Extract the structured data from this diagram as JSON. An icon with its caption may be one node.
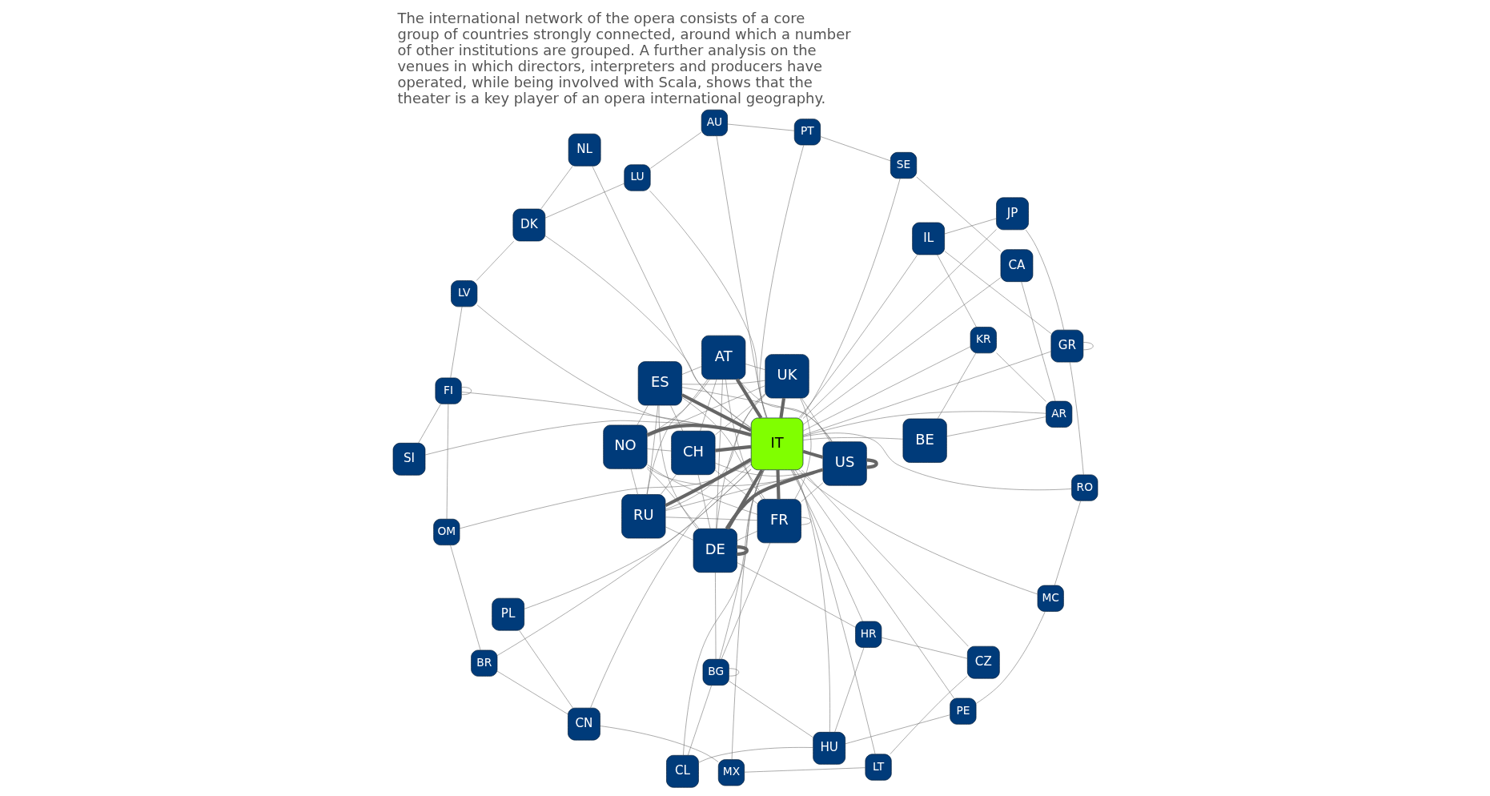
{
  "diagram": {
    "caption": "The international network of the opera consists of a core group of countries strongly connected, around which a number of other institutions are grouped. A further analysis on the venues in which directors, interpreters and producers have operated, while being involved with Scala, shows that the theater is a key player of an opera international geography.",
    "nodes": [
      {
        "text": [
          "BG"
        ]
      },
      {
        "text": [
          "HR"
        ]
      },
      {
        "text": [
          "HU"
        ]
      },
      {
        "text": [
          "PE"
        ]
      },
      {
        "text": [
          "CZ"
        ]
      },
      {
        "text": [
          "CL"
        ]
      },
      {
        "text": [
          "MC"
        ]
      },
      {
        "text": [
          "RO"
        ]
      },
      {
        "text": [
          "LT"
        ]
      },
      {
        "text": [
          "DE"
        ]
      },
      {
        "text": [
          "RU"
        ]
      },
      {
        "text": [
          "NO"
        ]
      },
      {
        "text": [
          "US"
        ]
      },
      {
        "text": [
          "GR"
        ]
      },
      {
        "text": [
          "JP"
        ]
      },
      {
        "text": [
          "MX"
        ]
      },
      {
        "text": [
          "FR"
        ]
      },
      {
        "text": [
          "IT"
        ]
      },
      {
        "text": [
          "ES"
        ]
      },
      {
        "text": [
          "PL"
        ]
      },
      {
        "text": [
          "CH"
        ]
      },
      {
        "text": [
          "IL"
        ]
      },
      {
        "text": [
          "CN"
        ]
      },
      {
        "text": [
          "AT"
        ]
      },
      {
        "text": [
          "BE"
        ]
      },
      {
        "text": [
          "BR"
        ]
      },
      {
        "text": [
          "UK"
        ]
      },
      {
        "text": [
          "KR"
        ]
      },
      {
        "text": [
          "SI"
        ]
      },
      {
        "text": [
          "AR"
        ]
      },
      {
        "text": [
          "CA"
        ]
      },
      {
        "text": [
          "NL"
        ]
      },
      {
        "text": [
          "OM"
        ]
      },
      {
        "text": [
          "FI"
        ]
      },
      {
        "text": [
          "DK"
        ]
      },
      {
        "text": [
          "SE"
        ]
      },
      {
        "text": [
          "PT"
        ]
      },
      {
        "text": [
          "AU"
        ]
      },
      {
        "text": [
          "LU"
        ]
      },
      {
        "text": [
          "LV"
        ]
      }
    ],
    "edges": [
      {
        "from": 17,
        "to": 0,
        "arrow": "none"
      },
      {
        "from": 17,
        "to": 1,
        "arrow": "none"
      },
      {
        "from": 17,
        "to": 2,
        "arrow": "none"
      },
      {
        "from": 17,
        "to": 3,
        "arrow": "none"
      },
      {
        "from": 17,
        "to": 4,
        "arrow": "none"
      },
      {
        "from": 17,
        "to": 5,
        "arrow": "none"
      },
      {
        "from": 17,
        "to": 6,
        "arrow": "none"
      },
      {
        "from": 17,
        "to": 7,
        "arrow": "none"
      },
      {
        "from": 17,
        "to": 8,
        "arrow": "none"
      },
      {
        "from": 17,
        "to": 9,
        "arrow": "none",
        "style": "thick"
      },
      {
        "from": 17,
        "to": 10,
        "arrow": "none",
        "style": "thick"
      },
      {
        "from": 17,
        "to": 11,
        "arrow": "none",
        "style": "thick"
      },
      {
        "from": 17,
        "to": 12,
        "arrow": "none",
        "style": "thick"
      },
      {
        "from": 17,
        "to": 13,
        "arrow": "none"
      },
      {
        "from": 17,
        "to": 14,
        "arrow": "none"
      },
      {
        "from": 17,
        "to": 15,
        "arrow": "none"
      },
      {
        "from": 17,
        "to": 16,
        "arrow": "none",
        "style": "thick"
      },
      {
        "from": 17,
        "to": 18,
        "arrow": "none",
        "style": "thick"
      },
      {
        "from": 17,
        "to": 19,
        "arrow": "none"
      },
      {
        "from": 17,
        "to": 20,
        "arrow": "none",
        "style": "thick"
      },
      {
        "from": 17,
        "to": 21,
        "arrow": "none"
      },
      {
        "from": 17,
        "to": 22,
        "arrow": "none"
      },
      {
        "from": 17,
        "to": 23,
        "arrow": "none",
        "style": "thick"
      },
      {
        "from": 17,
        "to": 24,
        "arrow": "none"
      },
      {
        "from": 17,
        "to": 25,
        "arrow": "none"
      },
      {
        "from": 17,
        "to": 26,
        "arrow": "none",
        "style": "thick"
      },
      {
        "from": 17,
        "to": 27,
        "arrow": "none"
      },
      {
        "from": 17,
        "to": 28,
        "arrow": "none"
      },
      {
        "from": 17,
        "to": 29,
        "arrow": "none"
      },
      {
        "from": 17,
        "to": 30,
        "arrow": "none"
      },
      {
        "from": 17,
        "to": 31,
        "arrow": "none"
      },
      {
        "from": 17,
        "to": 32,
        "arrow": "none"
      },
      {
        "from": 17,
        "to": 33,
        "arrow": "none"
      },
      {
        "from": 17,
        "to": 34,
        "arrow": "none"
      },
      {
        "from": 17,
        "to": 35,
        "arrow": "none"
      },
      {
        "from": 17,
        "to": 36,
        "arrow": "none"
      },
      {
        "from": 17,
        "to": 37,
        "arrow": "none"
      },
      {
        "from": 17,
        "to": 38,
        "arrow": "none"
      },
      {
        "from": 17,
        "to": 39,
        "arrow": "none"
      },
      {
        "from": 9,
        "to": 10,
        "arrow": "none"
      },
      {
        "from": 9,
        "to": 11,
        "arrow": "none"
      },
      {
        "from": 9,
        "to": 12,
        "arrow": "none",
        "style": "thick"
      },
      {
        "from": 9,
        "to": 16,
        "arrow": "none"
      },
      {
        "from": 9,
        "to": 18,
        "arrow": "none"
      },
      {
        "from": 9,
        "to": 20,
        "arrow": "none"
      },
      {
        "from": 9,
        "to": 23,
        "arrow": "none"
      },
      {
        "from": 9,
        "to": 26,
        "arrow": "none"
      },
      {
        "from": 10,
        "to": 11,
        "arrow": "none"
      },
      {
        "from": 10,
        "to": 12,
        "arrow": "none"
      },
      {
        "from": 10,
        "to": 16,
        "arrow": "none"
      },
      {
        "from": 10,
        "to": 18,
        "arrow": "none"
      },
      {
        "from": 10,
        "to": 20,
        "arrow": "none"
      },
      {
        "from": 10,
        "to": 23,
        "arrow": "none"
      },
      {
        "from": 10,
        "to": 26,
        "arrow": "none"
      },
      {
        "from": 11,
        "to": 12,
        "arrow": "none"
      },
      {
        "from": 11,
        "to": 16,
        "arrow": "none"
      },
      {
        "from": 11,
        "to": 18,
        "arrow": "none"
      },
      {
        "from": 11,
        "to": 20,
        "arrow": "none"
      },
      {
        "from": 11,
        "to": 23,
        "arrow": "none"
      },
      {
        "from": 11,
        "to": 26,
        "arrow": "none"
      },
      {
        "from": 12,
        "to": 16,
        "arrow": "none"
      },
      {
        "from": 12,
        "to": 18,
        "arrow": "none"
      },
      {
        "from": 12,
        "to": 20,
        "arrow": "none"
      },
      {
        "from": 12,
        "to": 23,
        "arrow": "none"
      },
      {
        "from": 12,
        "to": 26,
        "arrow": "none"
      },
      {
        "from": 16,
        "to": 18,
        "arrow": "none"
      },
      {
        "from": 16,
        "to": 20,
        "arrow": "none"
      },
      {
        "from": 16,
        "to": 23,
        "arrow": "none"
      },
      {
        "from": 16,
        "to": 26,
        "arrow": "none"
      },
      {
        "from": 18,
        "to": 20,
        "arrow": "none"
      },
      {
        "from": 18,
        "to": 23,
        "arrow": "none"
      },
      {
        "from": 18,
        "to": 26,
        "arrow": "none"
      },
      {
        "from": 20,
        "to": 23,
        "arrow": "none"
      },
      {
        "from": 20,
        "to": 26,
        "arrow": "none"
      },
      {
        "from": 23,
        "to": 26,
        "arrow": "none"
      },
      {
        "from": 0,
        "to": 0,
        "arrow": "none"
      },
      {
        "from": 9,
        "to": 9,
        "arrow": "none",
        "style": "thick"
      },
      {
        "from": 12,
        "to": 12,
        "arrow": "none",
        "style": "thick"
      },
      {
        "from": 13,
        "to": 13,
        "arrow": "none"
      },
      {
        "from": 16,
        "to": 16,
        "arrow": "none"
      },
      {
        "from": 33,
        "to": 33,
        "arrow": "none"
      },
      {
        "from": 0,
        "to": 2,
        "arrow": "none"
      },
      {
        "from": 0,
        "to": 5,
        "arrow": "none"
      },
      {
        "from": 0,
        "to": 9,
        "arrow": "none"
      },
      {
        "from": 0,
        "to": 16,
        "arrow": "none"
      },
      {
        "from": 1,
        "to": 2,
        "arrow": "none"
      },
      {
        "from": 1,
        "to": 9,
        "arrow": "none"
      },
      {
        "from": 1,
        "to": 4,
        "arrow": "none"
      },
      {
        "from": 4,
        "to": 8,
        "arrow": "none"
      },
      {
        "from": 8,
        "to": 15,
        "arrow": "none"
      },
      {
        "from": 15,
        "to": 22,
        "arrow": "none"
      },
      {
        "from": 22,
        "to": 25,
        "arrow": "none"
      },
      {
        "from": 25,
        "to": 32,
        "arrow": "none"
      },
      {
        "from": 32,
        "to": 33,
        "arrow": "none"
      },
      {
        "from": 33,
        "to": 39,
        "arrow": "none"
      },
      {
        "from": 39,
        "to": 34,
        "arrow": "none"
      },
      {
        "from": 34,
        "to": 38,
        "arrow": "none"
      },
      {
        "from": 38,
        "to": 37,
        "arrow": "none"
      },
      {
        "from": 37,
        "to": 36,
        "arrow": "none"
      },
      {
        "from": 36,
        "to": 35,
        "arrow": "none"
      },
      {
        "from": 35,
        "to": 30,
        "arrow": "none"
      },
      {
        "from": 30,
        "to": 29,
        "arrow": "none"
      },
      {
        "from": 29,
        "to": 27,
        "arrow": "none"
      },
      {
        "from": 27,
        "to": 21,
        "arrow": "none"
      },
      {
        "from": 21,
        "to": 13,
        "arrow": "none"
      },
      {
        "from": 13,
        "to": 7,
        "arrow": "none"
      },
      {
        "from": 7,
        "to": 6,
        "arrow": "none"
      },
      {
        "from": 6,
        "to": 3,
        "arrow": "none"
      },
      {
        "from": 3,
        "to": 2,
        "arrow": "none"
      },
      {
        "from": 2,
        "to": 5,
        "arrow": "none"
      },
      {
        "from": 14,
        "to": 13,
        "arrow": "none"
      },
      {
        "from": 24,
        "to": 27,
        "arrow": "none"
      },
      {
        "from": 28,
        "to": 33,
        "arrow": "none"
      },
      {
        "from": 31,
        "to": 34,
        "arrow": "none"
      },
      {
        "from": 19,
        "to": 22,
        "arrow": "none"
      },
      {
        "from": 24,
        "to": 29,
        "arrow": "none"
      },
      {
        "from": 14,
        "to": 21,
        "arrow": "none"
      }
    ]
  }
}
